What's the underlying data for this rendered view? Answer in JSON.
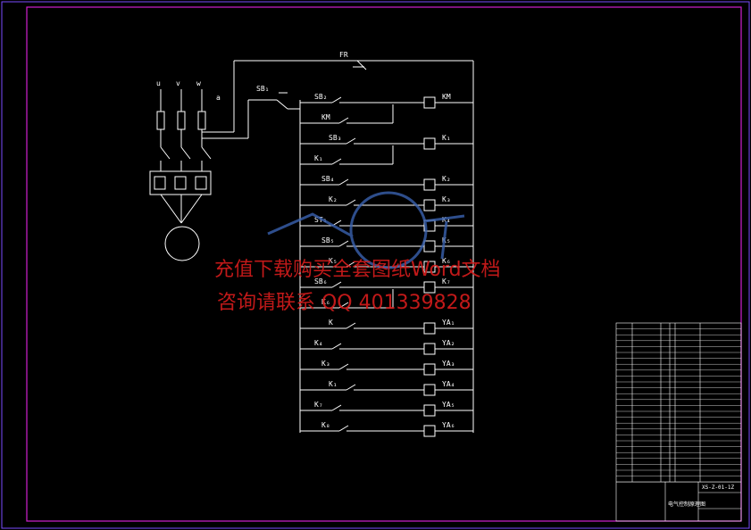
{
  "diagram": {
    "motor_phases": [
      "u",
      "v",
      "w"
    ],
    "ground_label": "a",
    "overload_label": "FR",
    "start_button_label": "SB₁",
    "rungs": [
      {
        "contact": "SB₂",
        "coil": "KM"
      },
      {
        "contact": "KM",
        "coil": ""
      },
      {
        "contact": "SB₃",
        "coil": "K₁"
      },
      {
        "contact": "K₁",
        "coil": ""
      },
      {
        "contact": "SB₄",
        "coil": "K₂"
      },
      {
        "contact": "K₂",
        "coil": "K₃"
      },
      {
        "contact": "ST₁",
        "coil": "K₄"
      },
      {
        "contact": "SB₅",
        "coil": "K₅"
      },
      {
        "contact": "K₅",
        "coil": "K₆"
      },
      {
        "contact": "SB₆",
        "coil": "K₇"
      },
      {
        "contact": "K₆",
        "coil": ""
      },
      {
        "contact": "K",
        "coil": "YA₁"
      },
      {
        "contact": "K₄",
        "coil": "YA₂"
      },
      {
        "contact": "K₃",
        "coil": "YA₃"
      },
      {
        "contact": "K₁",
        "coil": "YA₄"
      },
      {
        "contact": "K₇",
        "coil": "YA₅"
      },
      {
        "contact": "K₈",
        "coil": "YA₆"
      }
    ]
  },
  "watermark": {
    "line1": "充值下载购买全套图纸Word文档",
    "line2": "咨询请联系 QQ 401339828"
  },
  "title_block": {
    "drawing_no": "XS-Z-01-1Z",
    "title": "电气控制原理图"
  }
}
